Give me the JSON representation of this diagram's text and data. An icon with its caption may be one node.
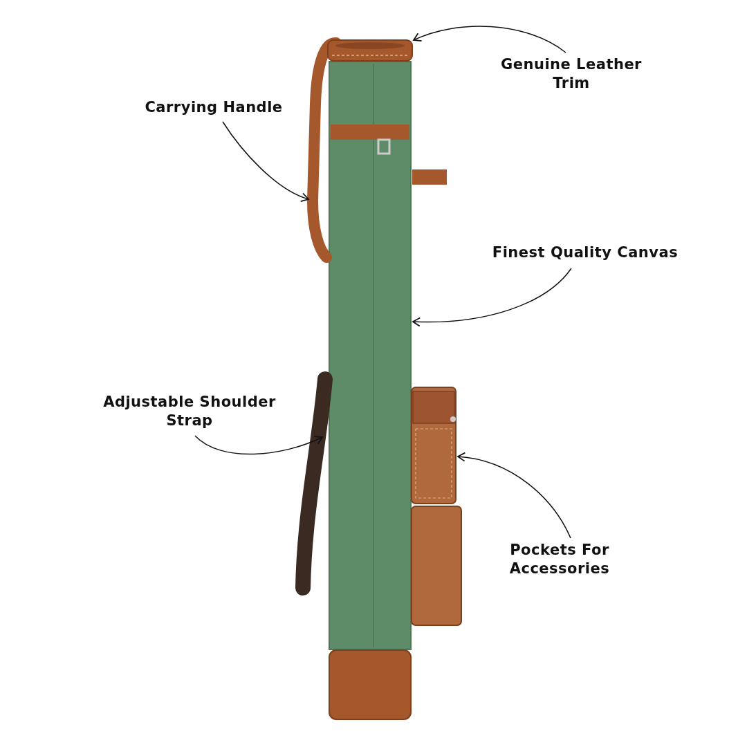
{
  "diagram": {
    "nodes": [
      {
        "text": [
          "Genuine Leather Trim"
        ]
      },
      {
        "text": [
          "Carrying Handle"
        ]
      },
      {
        "text": [
          "Finest Quality Canvas"
        ]
      },
      {
        "text": [
          "Adjustable Shoulder Strap"
        ]
      },
      {
        "text": [
          "Pockets For Accessories"
        ]
      },
      {
        "text": [],
        "shape": "picture"
      },
      {
        "text": [],
        "shape": "picture"
      },
      {
        "text": [],
        "shape": "picture"
      },
      {
        "text": [],
        "shape": "picture"
      },
      {
        "text": [],
        "shape": "picture"
      }
    ],
    "edges": [
      {
        "from": 0,
        "to": 5,
        "arrow": "to"
      },
      {
        "from": 1,
        "to": 6,
        "arrow": "to"
      },
      {
        "from": 2,
        "to": 7,
        "arrow": "to"
      },
      {
        "from": 3,
        "to": 8,
        "arrow": "to"
      },
      {
        "from": 4,
        "to": 9,
        "arrow": "to"
      }
    ]
  }
}
